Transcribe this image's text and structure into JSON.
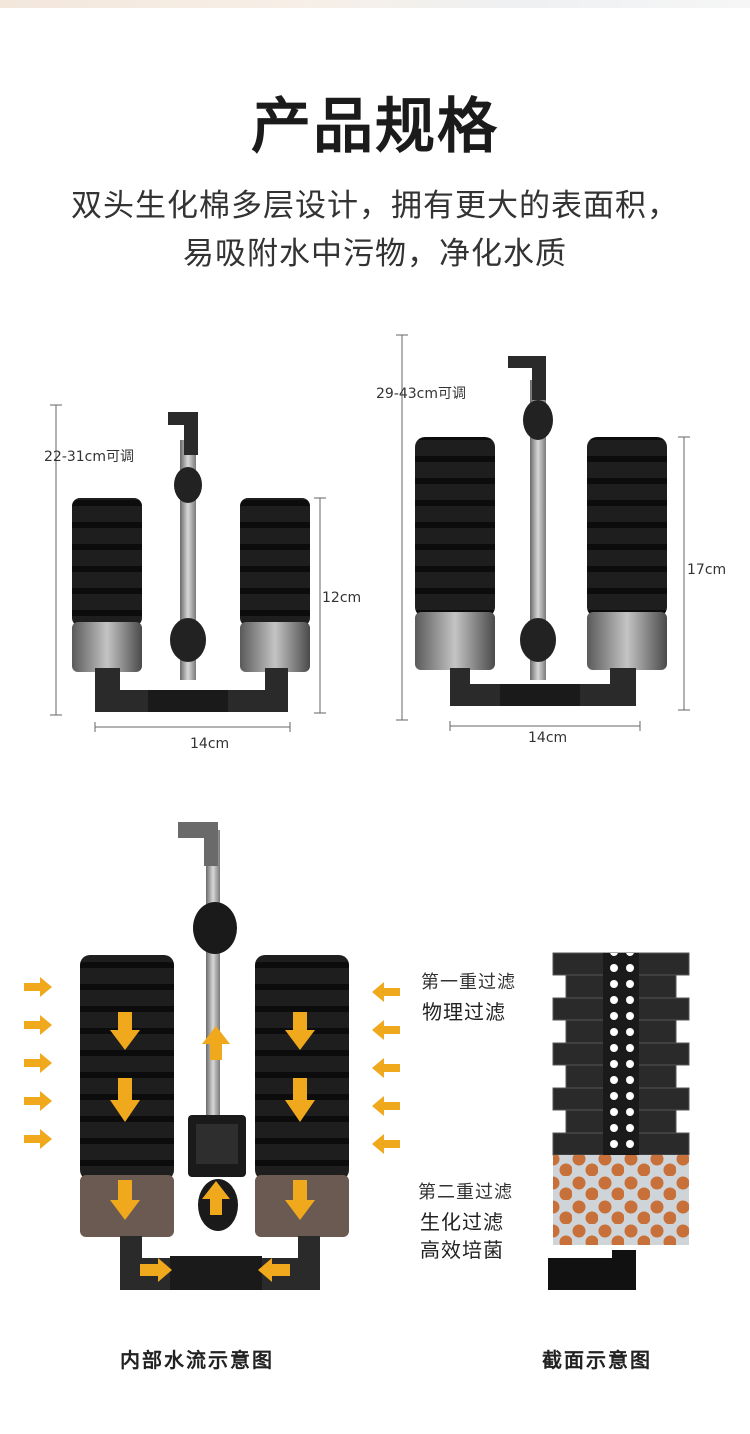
{
  "title": "产品规格",
  "subtitle_line1": "双头生化棉多层设计，拥有更大的表面积，",
  "subtitle_line2": "易吸附水中污物，净化水质",
  "small_product": {
    "height_label": "22-31cm可调",
    "sponge_height_label": "12cm",
    "width_label": "14cm"
  },
  "large_product": {
    "height_label": "29-43cm可调",
    "sponge_height_label": "17cm",
    "width_label": "14cm"
  },
  "diagram": {
    "stage1_title": "第一重过滤",
    "stage1_desc": "物理过滤",
    "stage2_title": "第二重过滤",
    "stage2_desc_line1": "生化过滤",
    "stage2_desc_line2": "高效培菌",
    "left_caption": "内部水流示意图",
    "right_caption": "截面示意图"
  },
  "colors": {
    "sponge": "#1e1e1e",
    "arrow": "#f0a81c",
    "ceramic_ball": "#c8703a",
    "pipe": "#2a2a2a"
  }
}
